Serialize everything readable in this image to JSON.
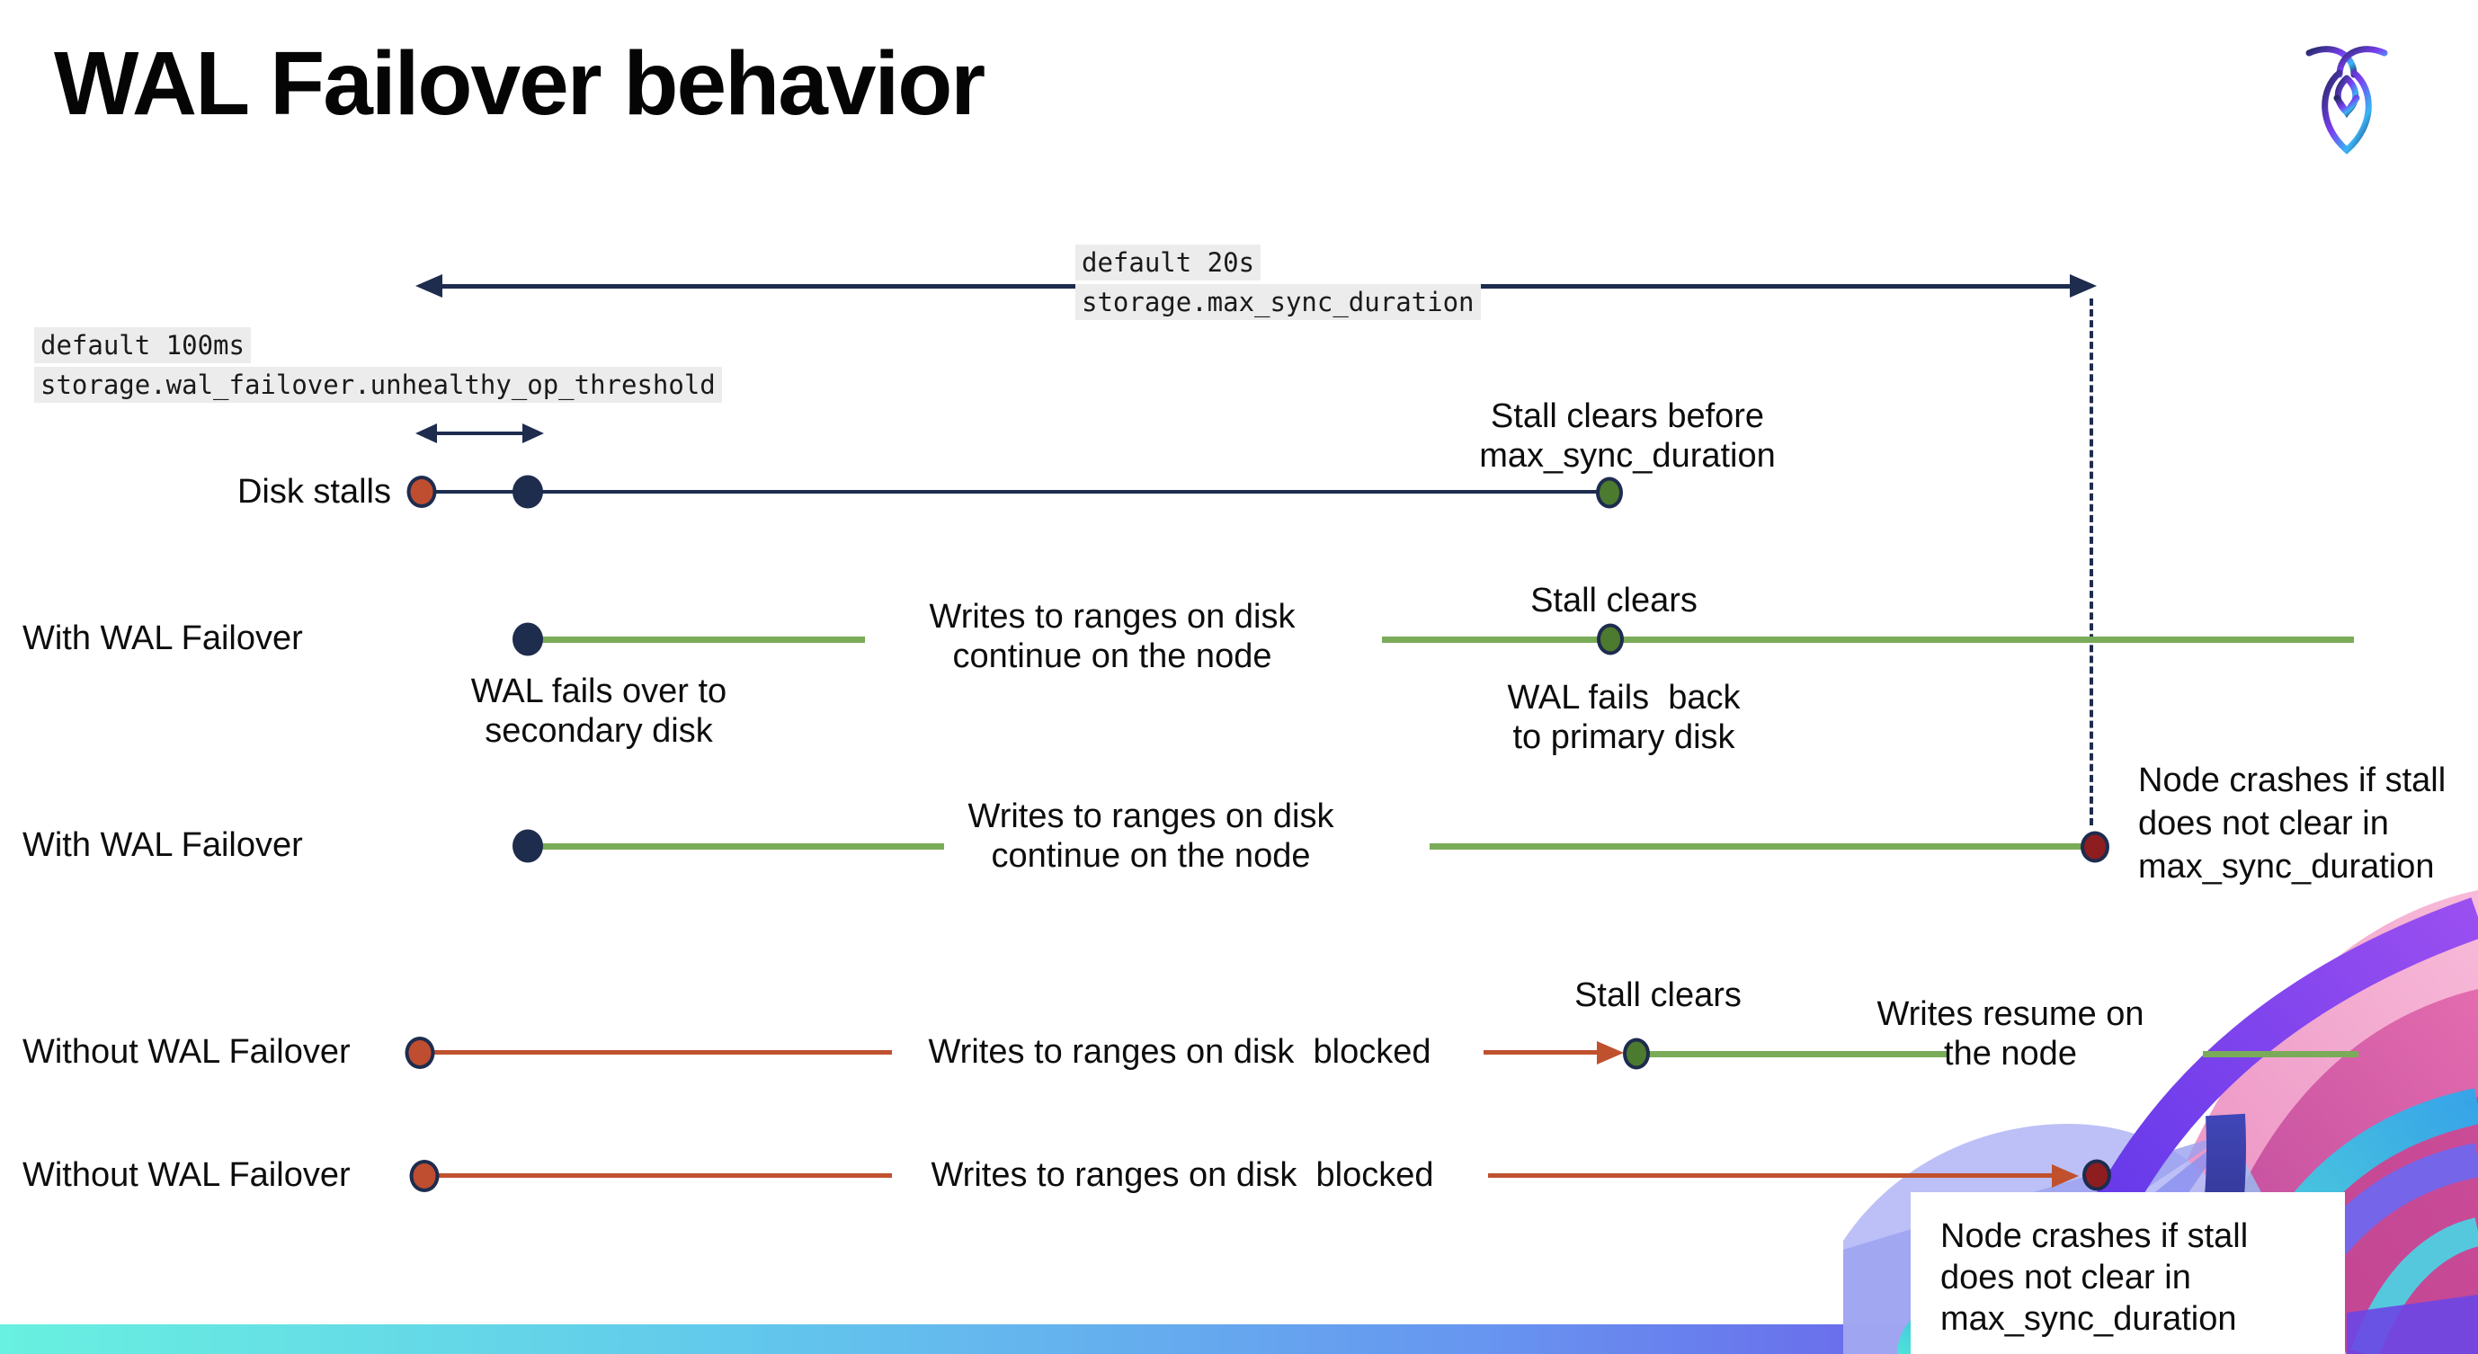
{
  "page": {
    "title": "WAL Failover behavior"
  },
  "callouts": {
    "max_sync_duration": {
      "default_label": "default 20s",
      "setting_name": "storage.max_sync_duration"
    },
    "unhealthy_op_threshold": {
      "default_label": "default 100ms",
      "setting_name": "storage.wal_failover.unhealthy_op_threshold"
    }
  },
  "rows": {
    "disk_stalls": {
      "label": "Disk stalls",
      "stall_clears_line1": "Stall clears before",
      "stall_clears_line2": "max_sync_duration"
    },
    "with_wal_failover_stall_clears": {
      "label": "With WAL Failover",
      "failover_line1": "WAL fails over to",
      "failover_line2": "secondary disk",
      "writes_line1": "Writes to ranges on disk",
      "writes_line2": "continue on the node",
      "stall_clears": "Stall clears",
      "failback_line1": "WAL fails  back",
      "failback_line2": "to primary disk"
    },
    "with_wal_failover_crash": {
      "label": "With WAL Failover",
      "writes_line1": "Writes to ranges on disk",
      "writes_line2": "continue on the node",
      "crash_line1": "Node crashes if stall",
      "crash_line2": "does not clear in",
      "crash_line3": "max_sync_duration"
    },
    "without_wal_failover_stall_clears": {
      "label": "Without WAL Failover",
      "writes_blocked": "Writes to ranges on disk  blocked",
      "stall_clears": "Stall clears",
      "resume_line1": "Writes resume on",
      "resume_line2": "the node"
    },
    "without_wal_failover_crash": {
      "label": "Without WAL Failover",
      "writes_blocked": "Writes to ranges on disk  blocked",
      "crash_line1": "Node crashes if stall",
      "crash_line2": "does not clear in",
      "crash_line3": "max_sync_duration"
    }
  },
  "colors": {
    "navy": "#1e2c4e",
    "green_line": "#7aab59",
    "green_dot_fill": "#4c7a2f",
    "red_line": "#c0512f",
    "red_dot_fill": "#bf4d30",
    "crimson_dot_fill": "#8e1d20",
    "code_background": "#ececec",
    "footer_gradient_left": "#68f0e0",
    "footer_gradient_right": "#7d42df"
  },
  "icons": {
    "logo": "cockroachdb-logo"
  }
}
